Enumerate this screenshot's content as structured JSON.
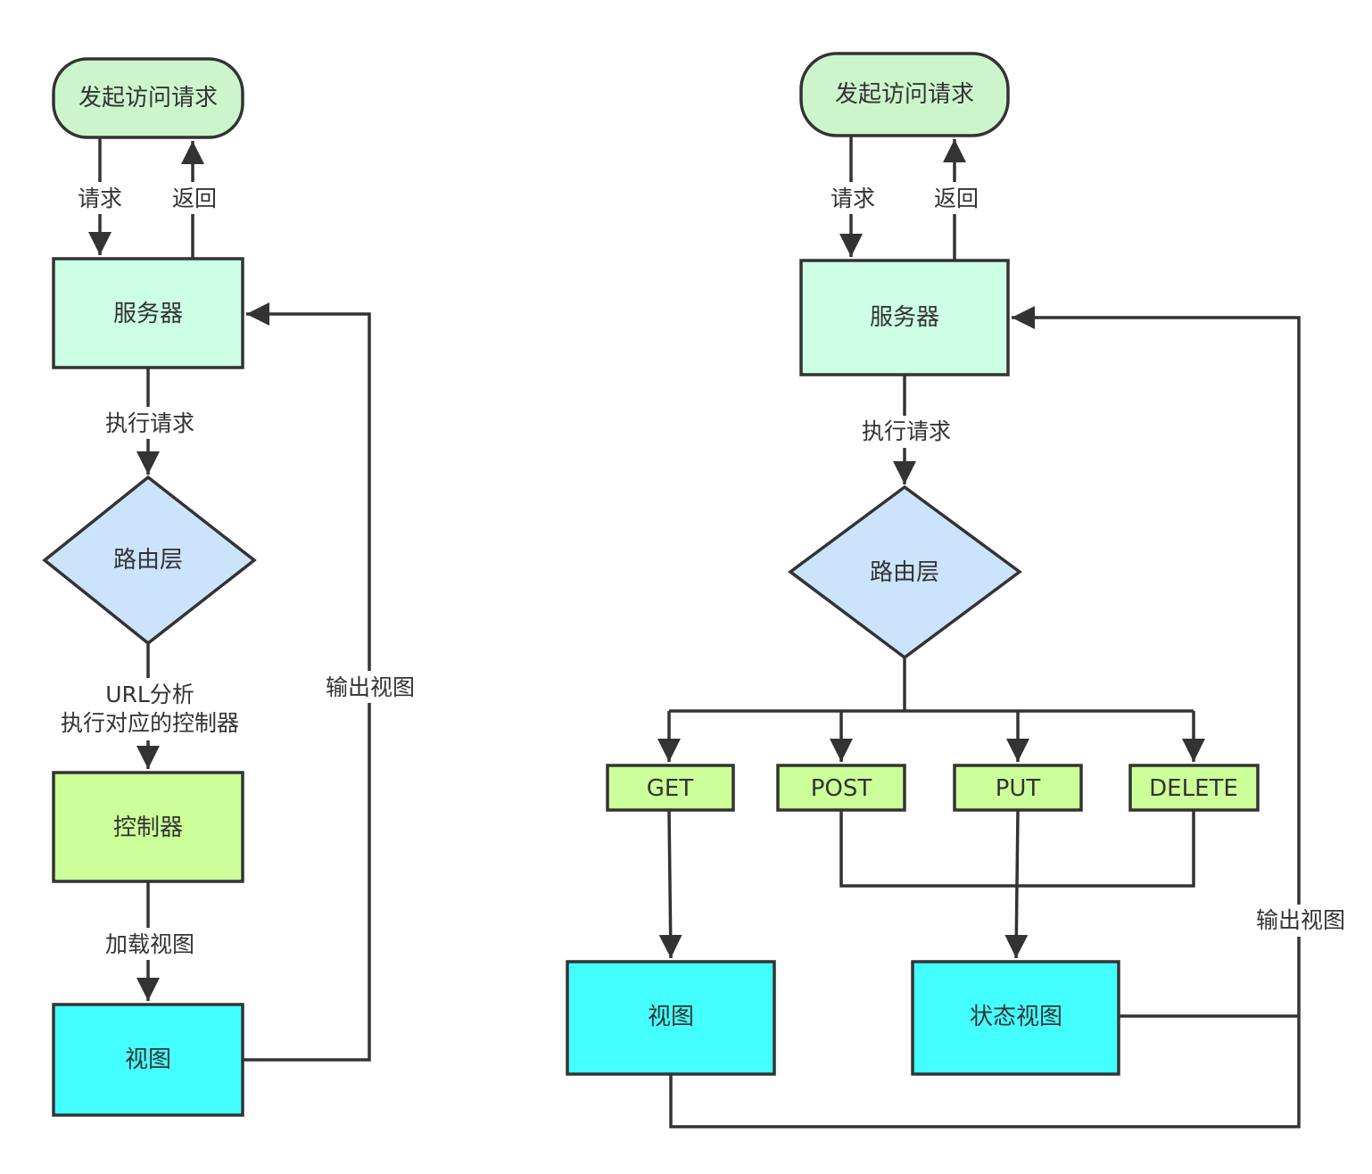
{
  "left_flow": {
    "start": "发起访问请求",
    "request": "请求",
    "return": "返回",
    "server": "服务器",
    "execute": "执行请求",
    "router": "路由层",
    "url_analysis": "URL分析",
    "run_controller": "执行对应的控制器",
    "controller": "控制器",
    "load_view": "加载视图",
    "view": "视图",
    "output_view": "输出视图"
  },
  "right_flow": {
    "start": "发起访问请求",
    "request": "请求",
    "return": "返回",
    "server": "服务器",
    "execute": "执行请求",
    "router": "路由层",
    "methods": [
      "GET",
      "POST",
      "PUT",
      "DELETE"
    ],
    "view": "视图",
    "state_view": "状态视图",
    "output_view": "输出视图"
  },
  "colors": {
    "start_fill": "#ccf5cc",
    "server_fill": "#ccffe5",
    "router_fill": "#cce3fc",
    "controller_fill": "#ccff99",
    "method_fill": "#ccff99",
    "view_fill": "#44ffff",
    "stroke": "#333333"
  }
}
